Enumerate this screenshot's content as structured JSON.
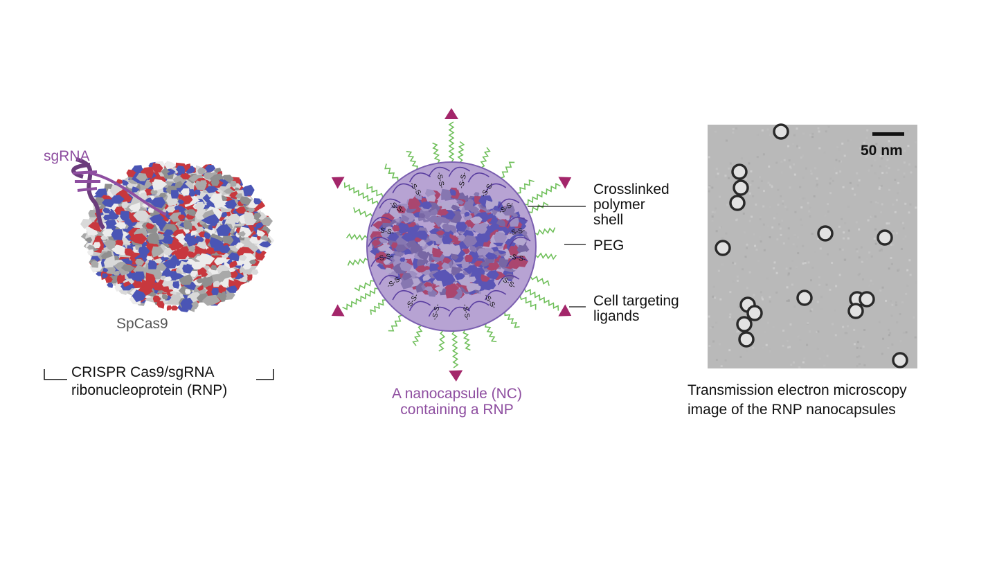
{
  "panel_rnp": {
    "sgrna_label": "sgRNA",
    "protein_label": "SpCas9",
    "caption_line1": "CRISPR Cas9/sgRNA",
    "caption_line2": "ribonucleoprotein (RNP)"
  },
  "panel_nc": {
    "disulfide_label": "-S-S-",
    "shell_label_line1": "Crosslinked",
    "shell_label_line2": "polymer",
    "shell_label_line3": "shell",
    "peg_label": "PEG",
    "ligand_label_line1": "Cell targeting",
    "ligand_label_line2": "ligands",
    "caption_line1": "A nanocapsule (NC)",
    "caption_line2": "containing a RNP"
  },
  "panel_tem": {
    "scale_label": "50 nm",
    "caption_line1": "Transmission electron microscopy",
    "caption_line2": "image of the RNP nanocapsules"
  },
  "colors": {
    "purple_text": "#8e4ea0",
    "ligand": "#a3266a",
    "peg": "#6fbf5a",
    "shell": "#b7a3d3",
    "protein_red": "#c8383e",
    "protein_blue": "#4a55b5",
    "protein_gray": "#bdbdbd"
  }
}
